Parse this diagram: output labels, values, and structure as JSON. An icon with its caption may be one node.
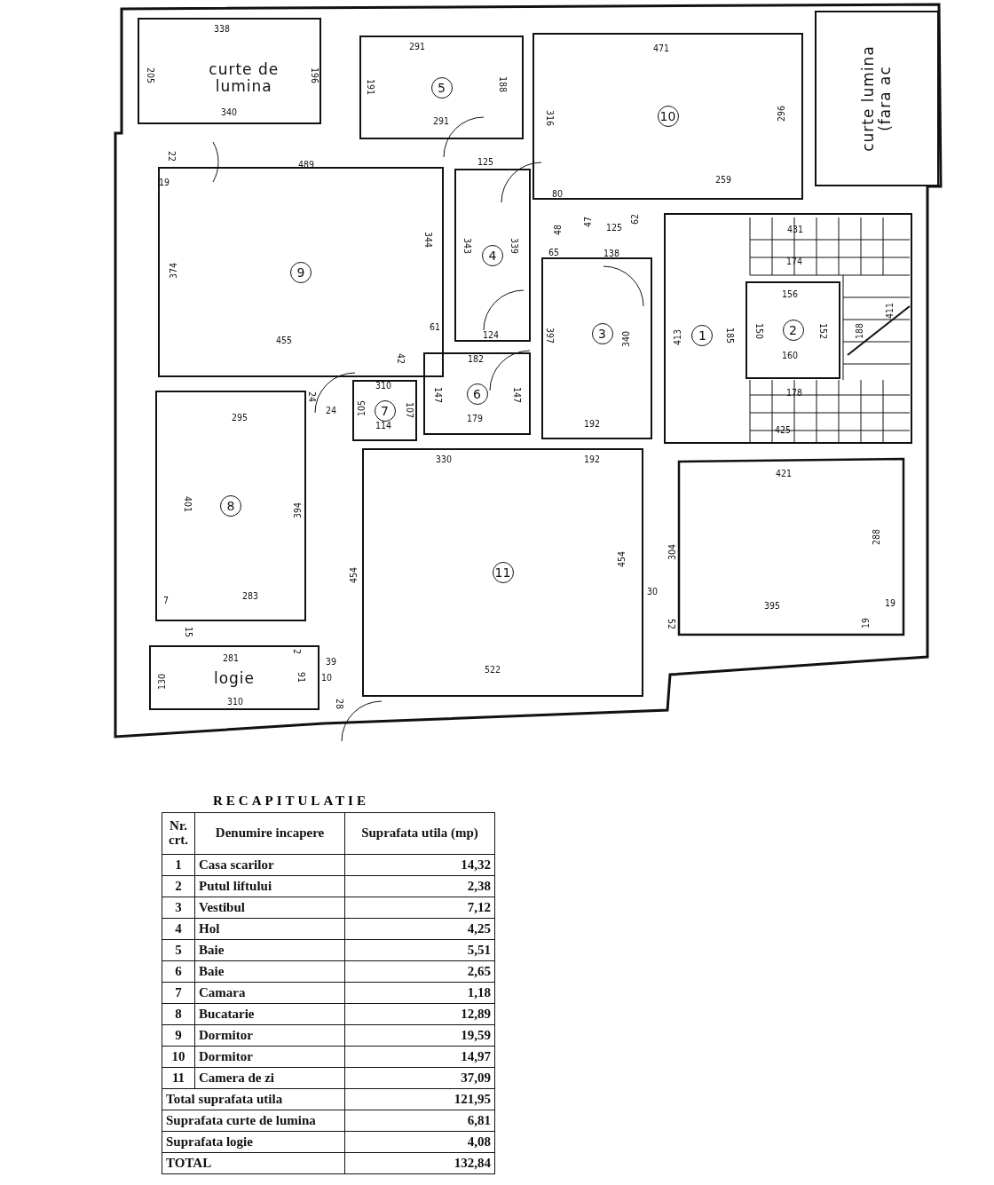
{
  "diagram": {
    "nodes": [
      {
        "text": [
          "curte de lumina"
        ]
      },
      {
        "text": [
          "5"
        ]
      },
      {
        "text": [
          "10"
        ]
      },
      {
        "text": [
          "curte lumina (fara ac"
        ]
      },
      {
        "text": [
          "9"
        ]
      },
      {
        "text": [
          "4"
        ]
      },
      {
        "text": [
          "1"
        ]
      },
      {
        "text": [
          "2"
        ],
        "in": 6
      },
      {
        "text": [
          "3"
        ]
      },
      {
        "text": [
          "6"
        ]
      },
      {
        "text": [
          "7"
        ]
      },
      {
        "text": [
          "8"
        ]
      },
      {
        "text": [
          "11"
        ]
      },
      {
        "text": [
          "logie"
        ]
      }
    ],
    "edges": [],
    "labels": [
      "338",
      "205",
      "196",
      "340",
      "291",
      "191",
      "188",
      "291",
      "471",
      "316",
      "296",
      "259",
      "489",
      "22",
      "19",
      "125",
      "80",
      "47",
      "125",
      "62",
      "48",
      "65",
      "138",
      "431",
      "174",
      "374",
      "344",
      "343",
      "339",
      "397",
      "340",
      "413",
      "185",
      "156",
      "150",
      "152",
      "160",
      "188",
      "411",
      "61",
      "124",
      "455",
      "42",
      "182",
      "147",
      "147",
      "179",
      "178",
      "425",
      "310",
      "105",
      "107",
      "114",
      "24",
      "295",
      "24",
      "192",
      "330",
      "192",
      "421",
      "401",
      "394",
      "454",
      "454",
      "304",
      "288",
      "30",
      "283",
      "7",
      "395",
      "19",
      "15",
      "52",
      "19",
      "2",
      "281",
      "39",
      "91",
      "522",
      "130",
      "10",
      "28",
      "310",
      "RECAPITULATIE",
      "Nr. crt.",
      "Denumire incapere",
      "Suprafata utila (mp)",
      "1",
      "Casa scarilor",
      "14,32",
      "2",
      "Putul liftului",
      "2,38",
      "3",
      "Vestibul",
      "7,12",
      "4",
      "Hol",
      "4,25",
      "5",
      "Baie",
      "5,51",
      "6",
      "Baie",
      "2,65",
      "7",
      "Camara",
      "1,18",
      "8",
      "Bucatarie",
      "12,89",
      "9",
      "Dormitor",
      "19,59",
      "10",
      "Dormitor",
      "14,97",
      "11",
      "Camera de zi",
      "37,09",
      "Total suprafata utila",
      "121,95",
      "Suprafata curte de lumina",
      "6,81",
      "Suprafata logie",
      "4,08",
      "TOTAL",
      "132,84"
    ]
  }
}
